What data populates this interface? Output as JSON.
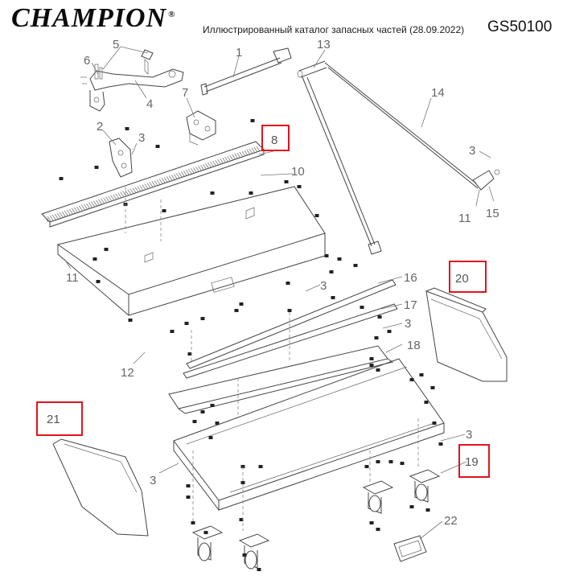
{
  "header": {
    "brand": "CHAMPION",
    "brand_mark": "®",
    "catalog_title": "Иллюстрированный каталог запасных частей (28.09.2022)",
    "model_code": "GS50100"
  },
  "callouts": [
    {
      "id": "1",
      "label": "1",
      "highlighted": false
    },
    {
      "id": "2",
      "label": "2",
      "highlighted": false
    },
    {
      "id": "3a",
      "label": "3",
      "highlighted": false
    },
    {
      "id": "3b",
      "label": "3",
      "highlighted": false
    },
    {
      "id": "3c",
      "label": "3",
      "highlighted": false
    },
    {
      "id": "3d",
      "label": "3",
      "highlighted": false
    },
    {
      "id": "3e",
      "label": "3",
      "highlighted": false
    },
    {
      "id": "3f",
      "label": "3",
      "highlighted": false
    },
    {
      "id": "4",
      "label": "4",
      "highlighted": false
    },
    {
      "id": "5",
      "label": "5",
      "highlighted": false
    },
    {
      "id": "6",
      "label": "6",
      "highlighted": false
    },
    {
      "id": "7",
      "label": "7",
      "highlighted": false
    },
    {
      "id": "8",
      "label": "8",
      "highlighted": true
    },
    {
      "id": "10",
      "label": "10",
      "highlighted": false
    },
    {
      "id": "11a",
      "label": "11",
      "highlighted": false
    },
    {
      "id": "11b",
      "label": "11",
      "highlighted": false
    },
    {
      "id": "12",
      "label": "12",
      "highlighted": false
    },
    {
      "id": "13",
      "label": "13",
      "highlighted": false
    },
    {
      "id": "14",
      "label": "14",
      "highlighted": false
    },
    {
      "id": "15",
      "label": "15",
      "highlighted": false
    },
    {
      "id": "16",
      "label": "16",
      "highlighted": false
    },
    {
      "id": "17",
      "label": "17",
      "highlighted": false
    },
    {
      "id": "18",
      "label": "18",
      "highlighted": false
    },
    {
      "id": "19",
      "label": "19",
      "highlighted": true
    },
    {
      "id": "20",
      "label": "20",
      "highlighted": true
    },
    {
      "id": "21",
      "label": "21",
      "highlighted": true
    },
    {
      "id": "22",
      "label": "22",
      "highlighted": false
    }
  ],
  "colors": {
    "highlight_box": "#e0141e",
    "line_art": "#444444",
    "label_text": "#666666"
  }
}
